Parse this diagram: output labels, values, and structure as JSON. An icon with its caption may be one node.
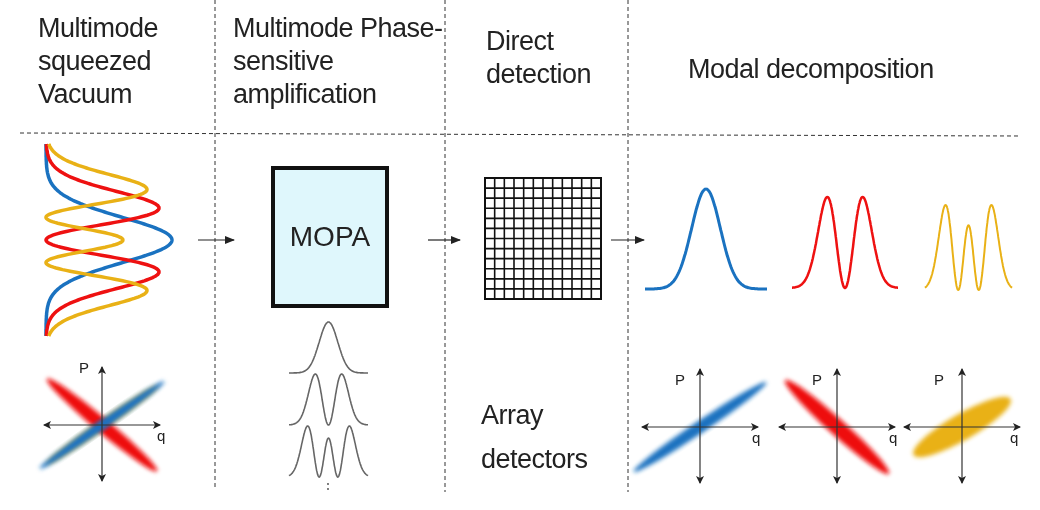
{
  "diagram": {
    "nodes": [
      {
        "text": [],
        "shape": "curves"
      },
      {
        "text": [
          "MOPA"
        ]
      },
      {
        "text": [],
        "shape": "grid"
      },
      {
        "text": [],
        "shape": "curve"
      }
    ],
    "edges": [
      {
        "from": 0,
        "to": 1,
        "arrow": "to"
      },
      {
        "from": 1,
        "to": 2,
        "arrow": "to"
      },
      {
        "from": 2,
        "to": 3,
        "arrow": "to"
      }
    ],
    "labels": [
      "Multimode squeezed Vacuum",
      "Multimode Phase-sensitive amplification",
      "Direct detection",
      "Modal decomposition",
      "P",
      "q",
      "Array detectors",
      "P",
      "q",
      "P",
      "q",
      "P",
      "q"
    ]
  }
}
